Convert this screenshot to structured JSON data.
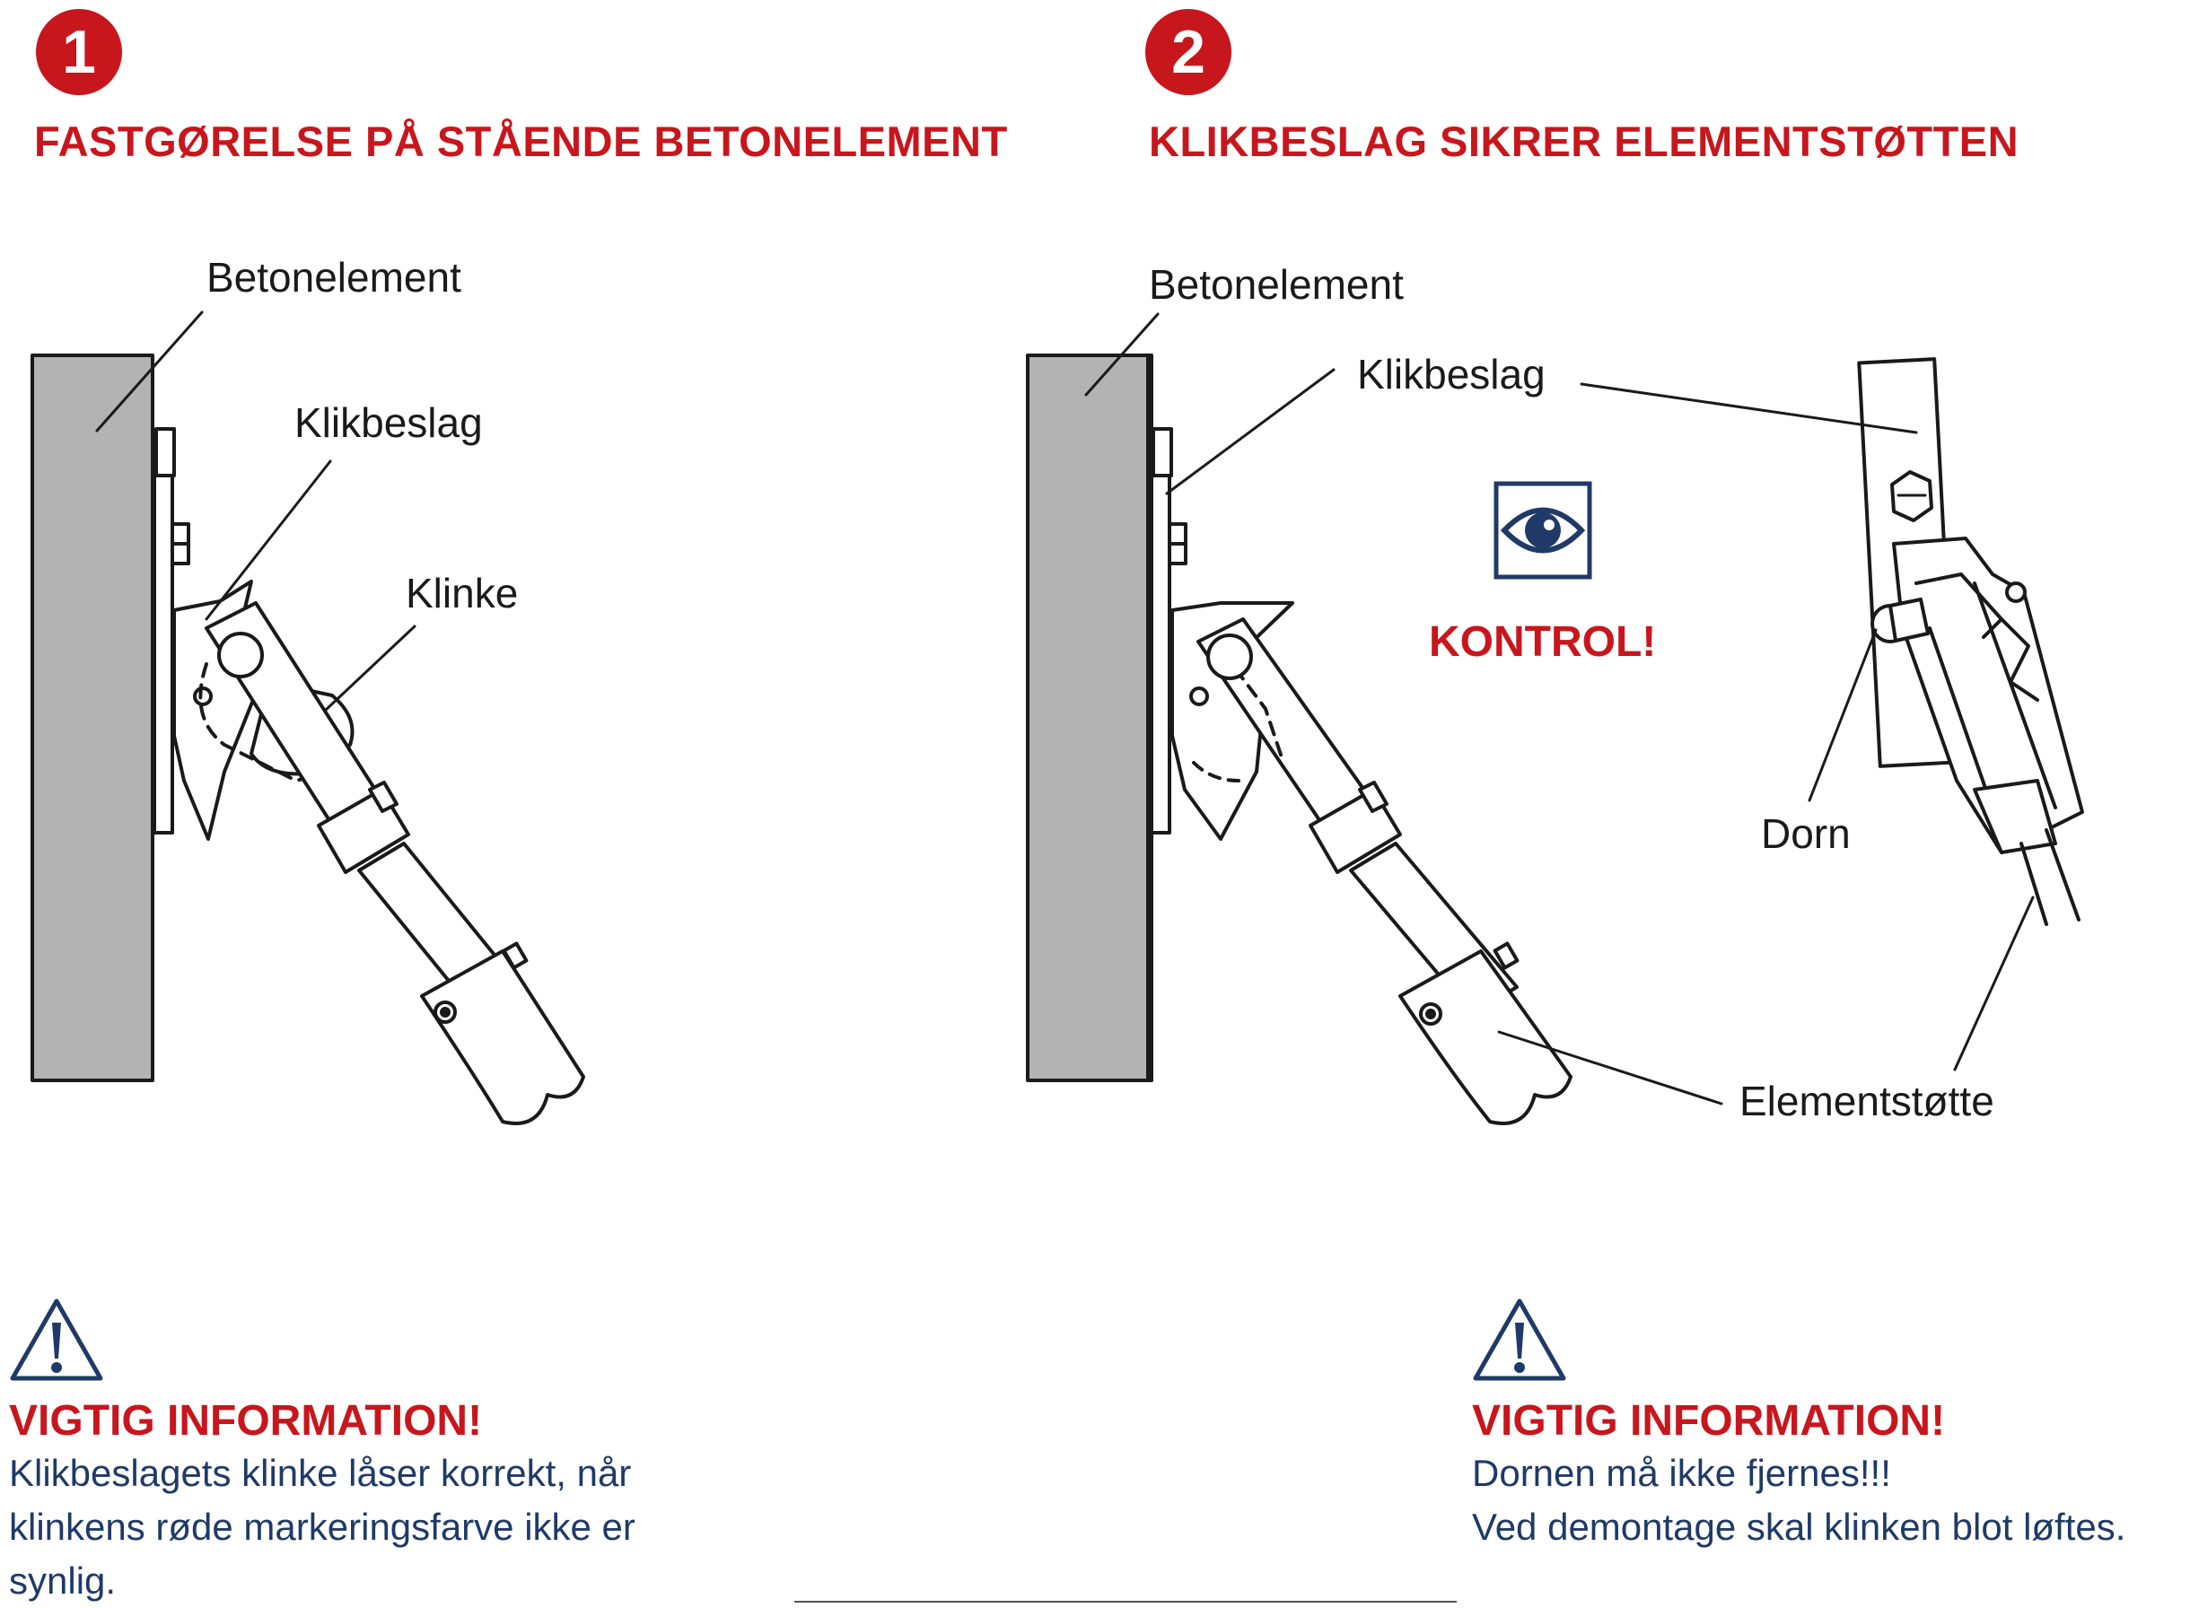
{
  "colors": {
    "accent_red": "#c8161d",
    "navy": "#1f3a68",
    "concrete": "#b3b3b3",
    "line": "#1a1a1a"
  },
  "step1": {
    "number": "1",
    "heading": "FASTGØRELSE PÅ STÅENDE BETONELEMENT",
    "labels": {
      "betonelement": "Betonelement",
      "klikbeslag": "Klikbeslag",
      "klinke": "Klinke"
    },
    "warning": {
      "icon": "warning-triangle-icon",
      "title": "VIGTIG INFORMATION!",
      "lines": [
        "Klikbeslagets klinke låser korrekt, når",
        "klinkens røde markeringsfarve ikke er",
        "synlig."
      ]
    }
  },
  "step2": {
    "number": "2",
    "heading": "KLIKBESLAG SIKRER ELEMENTSTØTTEN",
    "labels": {
      "betonelement": "Betonelement",
      "klikbeslag": "Klikbeslag",
      "dorn": "Dorn",
      "elementstotte": "Elementstøtte"
    },
    "kontrol": {
      "icon": "eye-icon",
      "text": "KONTROL!"
    },
    "warning": {
      "icon": "warning-triangle-icon",
      "title": "VIGTIG INFORMATION!",
      "lines": [
        "Dornen må ikke fjernes!!!",
        "Ved demontage skal klinken blot løftes."
      ]
    }
  }
}
